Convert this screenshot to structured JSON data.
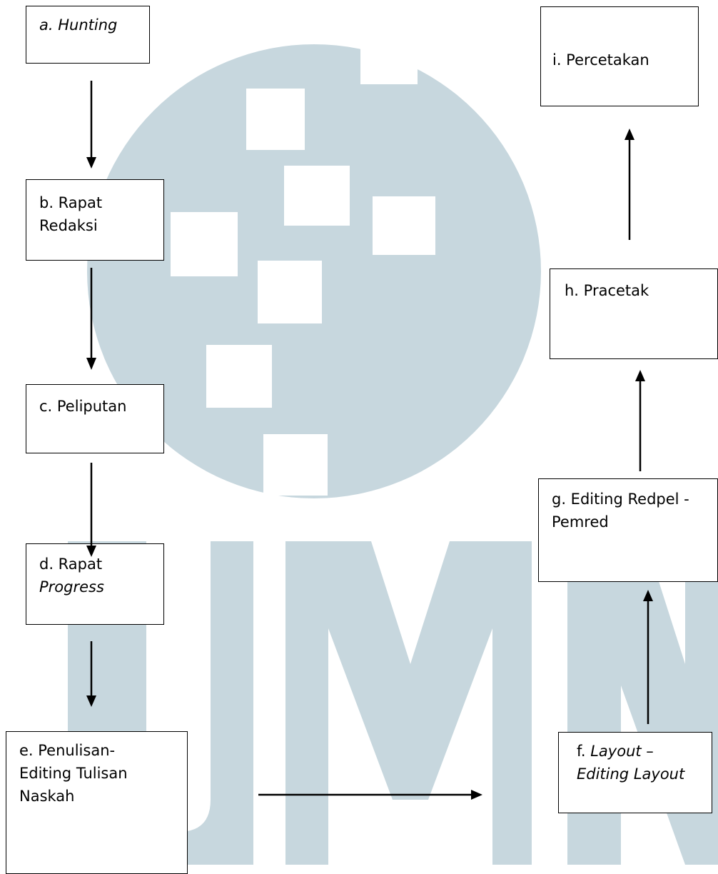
{
  "watermark": {
    "logo_text": "UMN",
    "color": "#c7d7de"
  },
  "steps": {
    "a": {
      "line1": "a. Hunting"
    },
    "b": {
      "line1": "b. Rapat",
      "line2": "Redaksi"
    },
    "c": {
      "line1": "c. Peliputan"
    },
    "d": {
      "line1": "d. Rapat",
      "line2": "Progress"
    },
    "e": {
      "line1": "e. Penulisan-",
      "line2": "Editing Tulisan",
      "line3": "Naskah"
    },
    "f": {
      "line1a": "f. ",
      "line1b": "Layout",
      "line1c": " –",
      "line2": "Editing Layout"
    },
    "g": {
      "line1": "g. Editing Redpel -",
      "line2": "Pemred"
    },
    "h": {
      "line1": "h. Pracetak"
    },
    "i": {
      "line1": "i. Percetakan"
    }
  }
}
